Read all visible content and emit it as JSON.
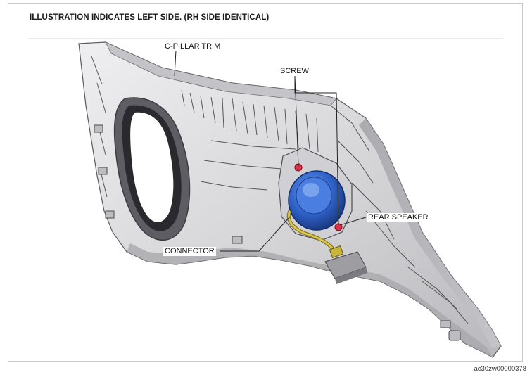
{
  "header": {
    "note": "ILLUSTRATION INDICATES LEFT SIDE. (RH SIDE IDENTICAL)"
  },
  "labels": {
    "c_pillar_trim": "C-PILLAR TRIM",
    "screw": "SCREW",
    "rear_speaker": "REAR SPEAKER",
    "connector": "CONNECTOR"
  },
  "figure_id": "ac30zw00000378",
  "colors": {
    "trim": "#d9d9db",
    "trim_shade": "#a9a9ad",
    "speaker": "#2f62c8",
    "screw": "#d8324a",
    "wire": "#d9c64a"
  }
}
